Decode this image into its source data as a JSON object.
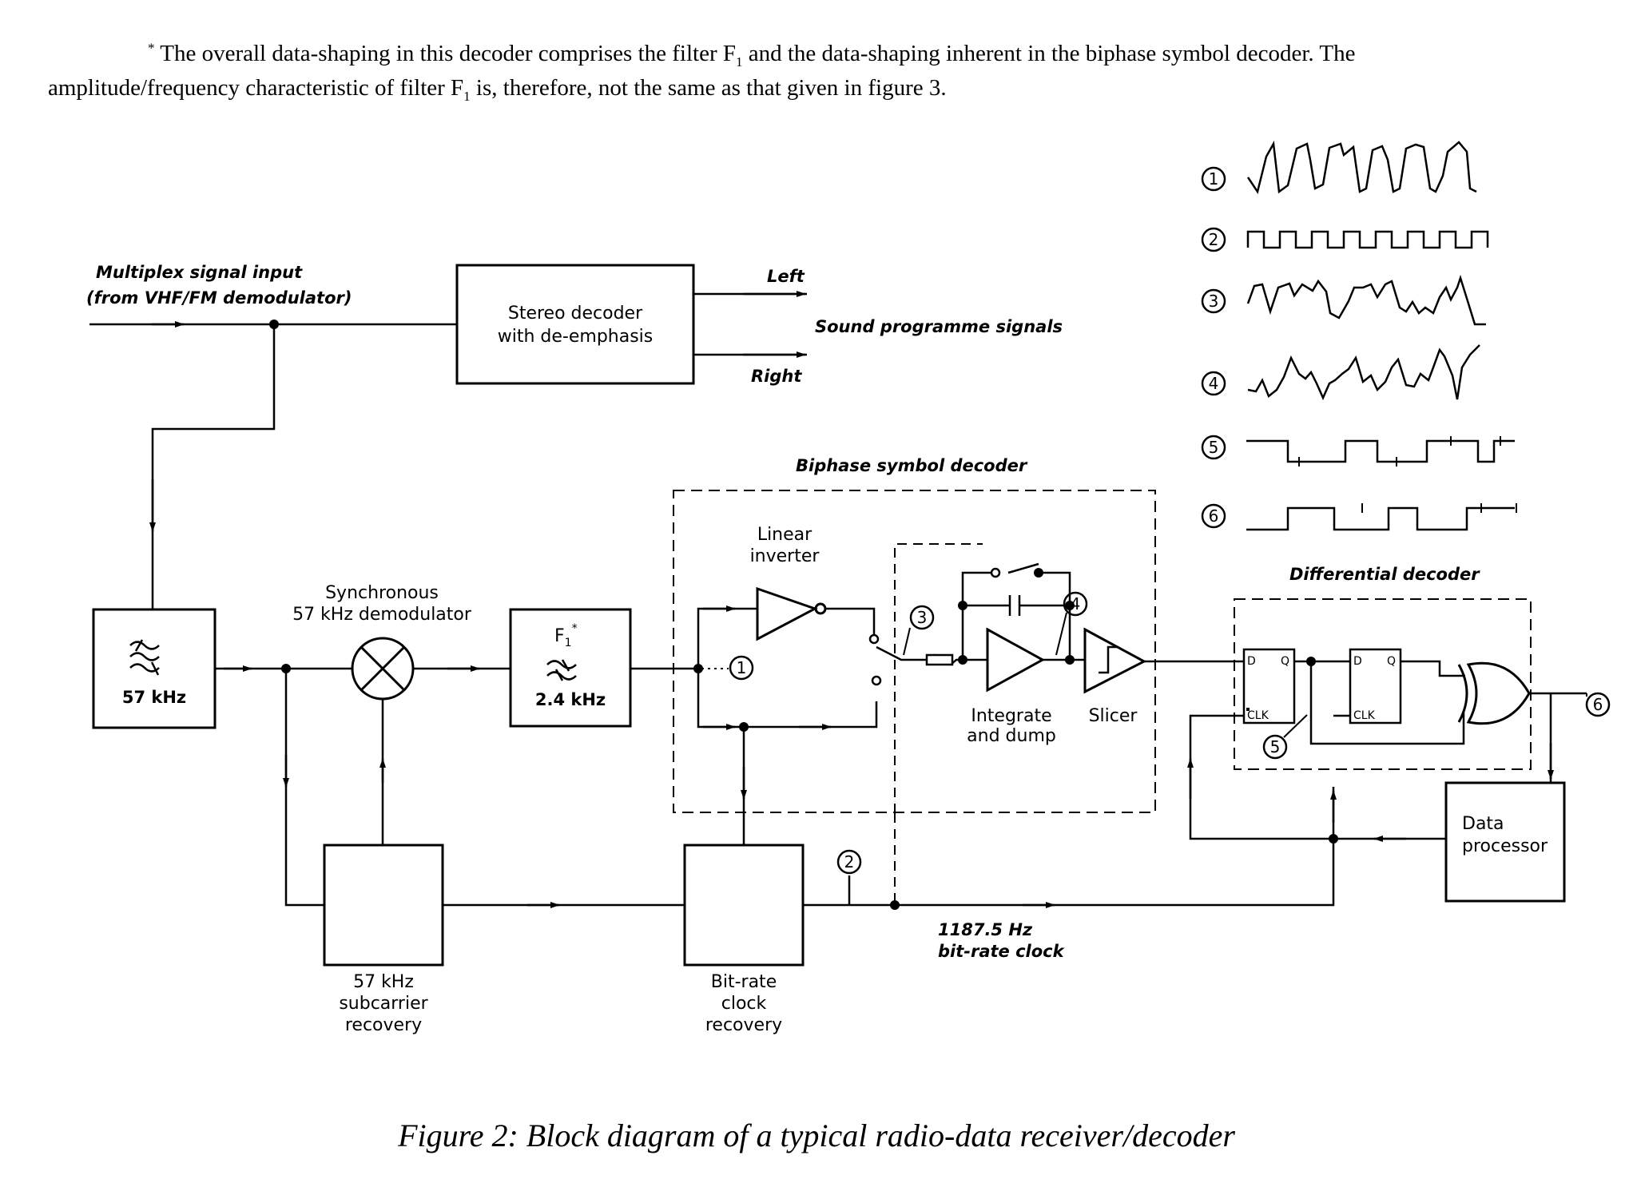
{
  "footnote": {
    "marker": "*",
    "line1": "The overall data-shaping in this decoder comprises the filter F",
    "sub1": "1",
    "line1_end": " and the data-shaping inherent in the biphase symbol decoder. The",
    "line2": "amplitude/frequency characteristic of filter F",
    "sub2": "1",
    "line2_end": " is, therefore, not the same as that given in figure 3."
  },
  "diagram": {
    "input_label_1": "Multiplex signal input",
    "input_label_2": "(from VHF/FM demodulator)",
    "stereo_decoder_1": "Stereo decoder",
    "stereo_decoder_2": "with de-emphasis",
    "left": "Left",
    "right": "Right",
    "sound_signals": "Sound programme signals",
    "biphase_title": "Biphase symbol decoder",
    "filter_57_label": "57 kHz",
    "sync_demod_1": "Synchronous",
    "sync_demod_2": "57 kHz demodulator",
    "f1_label": "F",
    "f1_sub": "1",
    "f1_star": "*",
    "filter_24_label": "2.4 kHz",
    "linear_inverter_1": "Linear",
    "linear_inverter_2": "inverter",
    "integrate_1": "Integrate",
    "integrate_2": "and dump",
    "slicer": "Slicer",
    "differential_decoder": "Differential decoder",
    "ff_d": "D",
    "ff_q": "Q",
    "ff_clk": "CLK",
    "data_processor_1": "Data",
    "data_processor_2": "processor",
    "subcarrier_1": "57 kHz",
    "subcarrier_2": "subcarrier",
    "subcarrier_3": "recovery",
    "bitrate_1": "Bit-rate",
    "bitrate_2": "clock",
    "bitrate_3": "recovery",
    "clock_1": "1187.5 Hz",
    "clock_2": "bit-rate clock",
    "markers": [
      "1",
      "2",
      "3",
      "4",
      "5",
      "6"
    ]
  },
  "caption": "Figure 2:  Block diagram of a typical radio-data receiver/decoder"
}
